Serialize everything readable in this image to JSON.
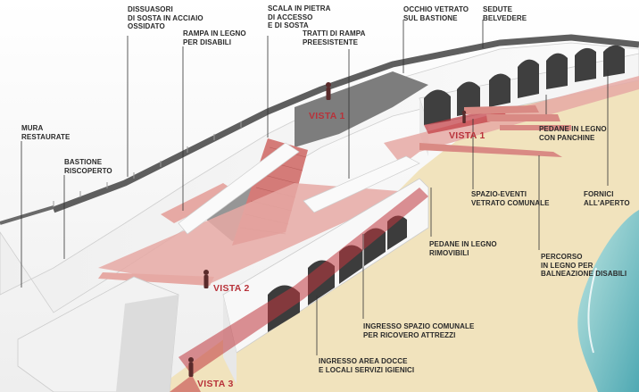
{
  "labels": {
    "dissuasori": "DISSUASORI\nDI SOSTA IN ACCIAIO\nOSSIDATO",
    "scala": "SCALA IN PIETRA\nDI ACCESSO\nE DI SOSTA",
    "occhio": "OCCHIO VETRATO\nSUL BASTIONE",
    "sedute": "SEDUTE\nBELVEDERE",
    "rampa_legno": "RAMPA IN LEGNO\nPER DISABILI",
    "tratti": "TRATTI DI RAMPA\nPREESISTENTE",
    "mura": "MURA\nRESTAURATE",
    "bastione": "BASTIONE\nRISCOPERTO",
    "pedane_panchine": "PEDANE IN LEGNO\nCON PANCHINE",
    "fornici": "FORNICI\nALL'APERTO",
    "spazio_eventi": "SPAZIO-EVENTI\nVETRATO COMUNALE",
    "pedane_rimovibili": "PEDANE IN LEGNO\nRIMOVIBILI",
    "percorso": "PERCORSO\nIN LEGNO PER\nBALNEAZIONE DISABILI",
    "ingresso_comunale": "INGRESSO SPAZIO COMUNALE\nPER RICOVERO ATTREZZI",
    "ingresso_docce": "INGRESSO AREA DOCCE\nE LOCALI SERVIZI IGIENICI"
  },
  "vistas": {
    "v1_top": "VISTA 1",
    "v1_right": "VISTA 1",
    "v2": "VISTA 2",
    "v3": "VISTA 3"
  },
  "colors": {
    "accent_red": "#c0373e",
    "ramp_pink": "#e6a9a4",
    "sand": "#f1e3bd",
    "sea": "#7fc4c6",
    "wall_white": "#f7f7f7",
    "rock_gray": "#8a8a8a"
  }
}
